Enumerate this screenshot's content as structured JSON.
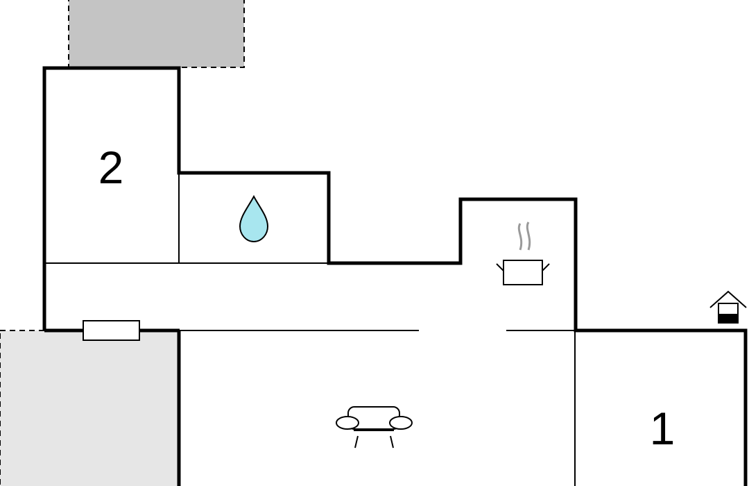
{
  "floor_plan": {
    "rooms": [
      {
        "id": "bedroom-2",
        "label": "2"
      },
      {
        "id": "bedroom-1",
        "label": "1"
      }
    ],
    "icons": [
      {
        "name": "water-drop-icon",
        "meaning": "bathroom"
      },
      {
        "name": "cooking-pot-icon",
        "meaning": "kitchen"
      },
      {
        "name": "sofa-icon",
        "meaning": "living room"
      },
      {
        "name": "well-icon",
        "meaning": "well"
      },
      {
        "name": "radiator-icon",
        "meaning": "heating"
      }
    ],
    "colors": {
      "wall": "#000000",
      "terrace_dark": "#c4c4c4",
      "terrace_light": "#e6e6e6",
      "water": "#a8e6ef"
    }
  }
}
